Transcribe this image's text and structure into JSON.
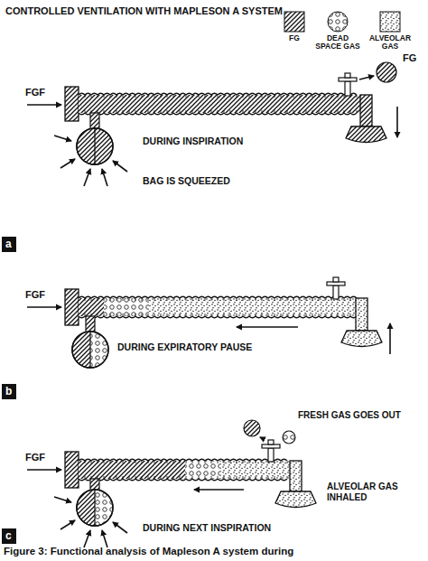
{
  "diagram": {
    "title": "CONTROLLED VENTILATION WITH MAPLESON A SYSTEM",
    "caption": "Figure 3: Functional analysis of Mapleson A system during",
    "nodes": [
      {
        "text": [
          "a"
        ]
      },
      {
        "text": [
          "b"
        ]
      },
      {
        "text": [
          "c"
        ]
      }
    ],
    "labels": [
      "FGF",
      "FG",
      "DURING INSPIRATION",
      "BAG IS SQUEEZED",
      "FGF",
      "DURING EXPIRATORY PAUSE",
      "FGF",
      "FRESH GAS GOES OUT",
      "ALVEOLAR GAS INHALED",
      "DURING NEXT INSPIRATION"
    ],
    "legend": [
      {
        "text": "FG"
      },
      {
        "text": "DEAD SPACE GAS"
      },
      {
        "text": "ALVEOLAR GAS"
      }
    ]
  }
}
